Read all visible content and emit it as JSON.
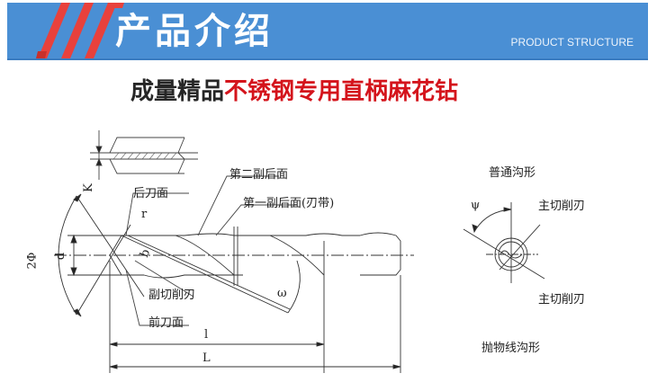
{
  "banner": {
    "title": "产品介绍",
    "subtitle": "PRODUCT STRUCTURE",
    "background_color": "#4a8fd4",
    "logo_color": "#e8413c",
    "logo_icon": "triple-slash-logo-icon"
  },
  "headline": {
    "prefix": "成量精品",
    "highlight": "不锈钢专用直柄麻花钻",
    "prefix_color": "#262626",
    "highlight_color": "#d4141c"
  },
  "diagram": {
    "labels": {
      "flank_face": "后刀面",
      "second_aux_flank": "第二副后面",
      "first_aux_flank": "第一副后面(刃带)",
      "aux_cutting_edge": "副切削刃",
      "rake_face": "前刀面",
      "normal_flute": "普通沟形",
      "main_cutting_edge_top": "主切削刃",
      "main_cutting_edge_bottom": "主切削刃",
      "parabolic_flute": "抛物线沟形"
    },
    "symbols": {
      "point_angle": "2Φ",
      "diameter": "d",
      "core_thickness": "K",
      "radius": "r",
      "margin_width": "b",
      "helix_angle": "ω",
      "chisel_angle": "ψ",
      "flute_length": "l",
      "total_length": "L"
    }
  }
}
